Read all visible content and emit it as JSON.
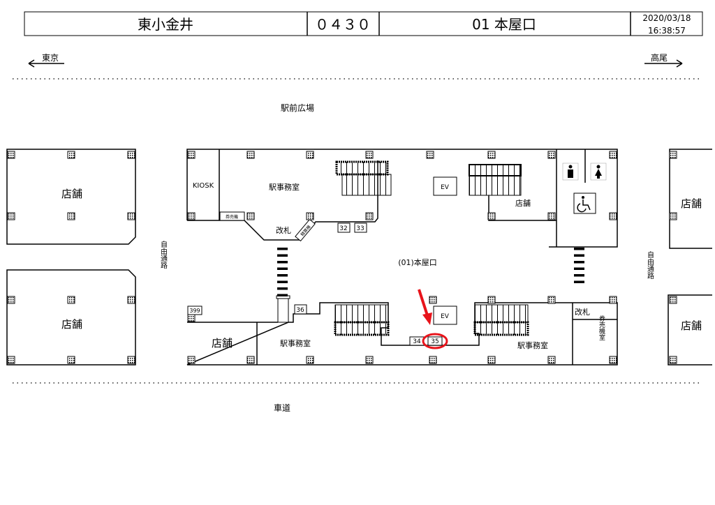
{
  "header": {
    "station": "東小金井",
    "code": "０４３０",
    "exit": "01 本屋口",
    "date": "2020/03/18",
    "time": "16:38:57"
  },
  "directions": {
    "left": "東京",
    "right": "高尾"
  },
  "labels": {
    "plaza": "駅前広場",
    "road": "車道",
    "free_passage": "自由通路",
    "exit_name": "(01)本屋口",
    "kiosk": "KIOSK",
    "station_office": "駅事務室",
    "gate": "改札",
    "shop": "店舗",
    "ticket_machine": "券売機",
    "fare_adjust": "精算機",
    "ticket_room": "券売機室",
    "ev": "EV"
  },
  "board_numbers": [
    "32",
    "33",
    "36",
    "399",
    "34",
    "35"
  ],
  "highlighted_board": "35",
  "colors": {
    "highlight": "#e8141b"
  }
}
